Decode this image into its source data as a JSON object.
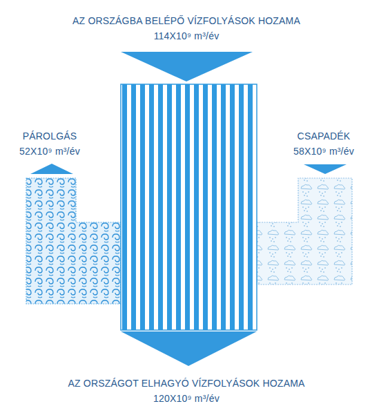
{
  "diagram": {
    "nodes": [
      {
        "text": [
          "AZ ORSZÁGBA BELÉPŐ VÍZFOLYÁSOK HOZAMA",
          "114X10⁹ m³/év"
        ]
      },
      {
        "text": [
          "PÁROLGÁS",
          "52X10⁹ m³/év"
        ]
      },
      {
        "text": [
          "CSAPADÉK",
          "58X10⁹ m³/év"
        ]
      },
      {
        "text": [
          "AZ ORSZÁGOT ELHAGYÓ VÍZFOLYÁSOK HOZAMA",
          "120X10⁹ m³/év"
        ]
      }
    ]
  }
}
